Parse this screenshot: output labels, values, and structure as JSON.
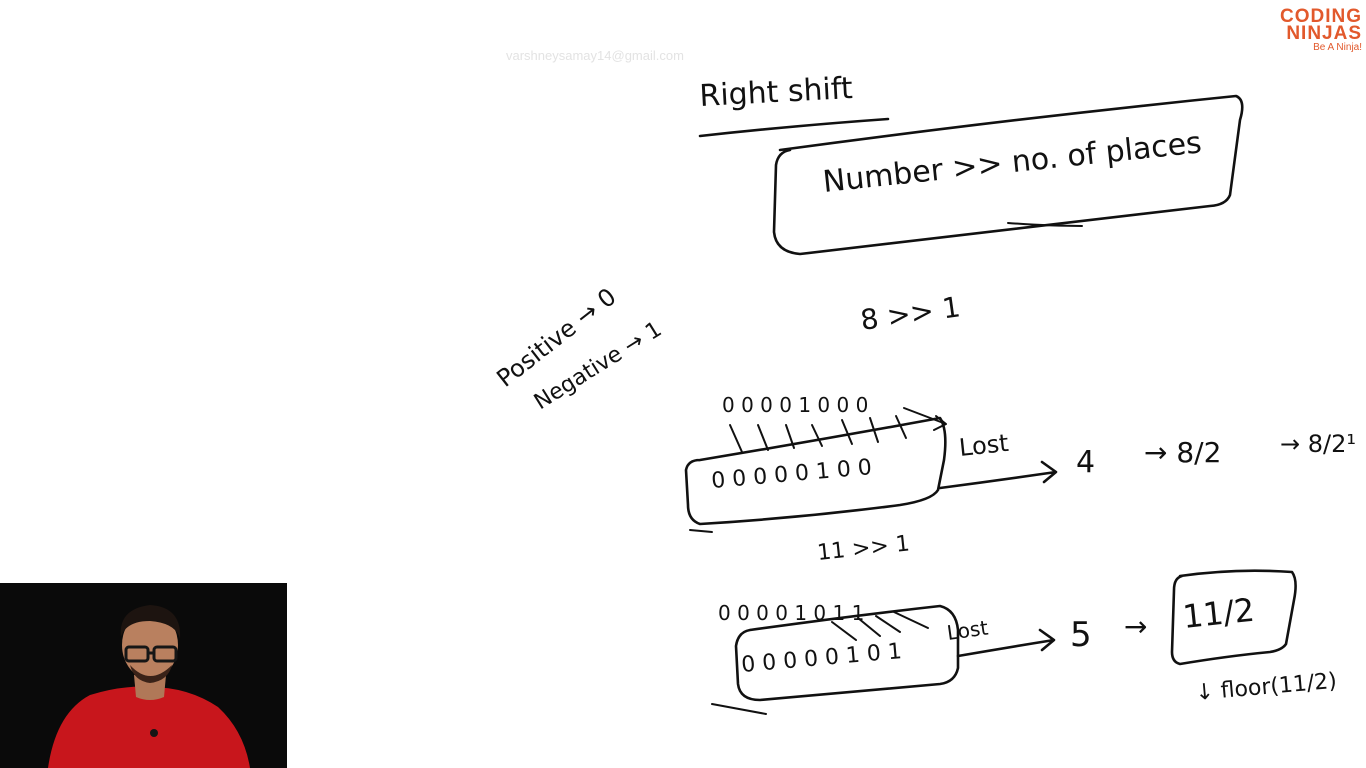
{
  "watermark": {
    "email": "varshneysamay14@gmail.com"
  },
  "logo": {
    "line1": "CODING",
    "line2": "NINJAS",
    "tagline": "Be A Ninja!",
    "accent": "#e2592c"
  },
  "board": {
    "title": "Right shift",
    "formula": "Number >> no. of places",
    "sign_positive": "Positive → 0",
    "sign_negative": "Negative → 1",
    "example1": {
      "expr": "8 >> 1",
      "bits": "0 0 0 0 1 0 0 0",
      "shifted": "0 0 0 0 0 1 0 0",
      "lost": "Lost",
      "result": "4",
      "eq1": "→ 8/2",
      "eq2": "→ 8/2¹"
    },
    "example2": {
      "expr": "11 >> 1",
      "bits": "0 0 0 0 1 0 1 1",
      "shifted": "0 0 0 0 0 1 0 1",
      "lost": "Lost",
      "result": "5",
      "arrow": "→",
      "box": "11/2",
      "floor": "↓ floor(11/2)"
    }
  },
  "webcam": {
    "shirt_color": "#c8161c"
  }
}
